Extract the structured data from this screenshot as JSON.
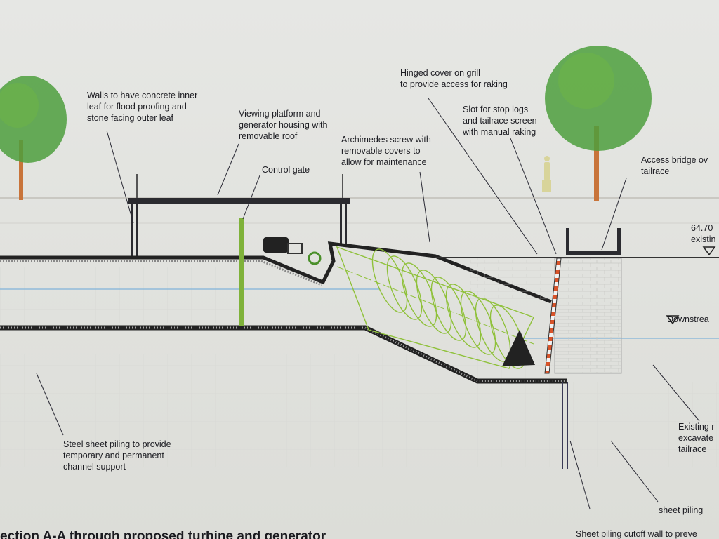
{
  "drawing": {
    "title": "ection A-A through proposed turbine and generator",
    "labels": {
      "walls": [
        "Walls to have concrete inner",
        "leaf for flood proofing and",
        "stone facing outer leaf"
      ],
      "platform": [
        "Viewing platform and",
        "generator housing with",
        "removable roof"
      ],
      "control_gate": [
        "Control gate"
      ],
      "screw": [
        "Archimedes screw with",
        "removable covers to",
        "allow for maintenance"
      ],
      "hinged_cover": [
        "Hinged cover on grill",
        "to provide access for raking"
      ],
      "slot": [
        "Slot for stop logs",
        "and tailrace screen",
        "with manual raking"
      ],
      "access_bridge": [
        "Access bridge ov",
        "tailrace"
      ],
      "level": [
        "64.70",
        "existin"
      ],
      "downstream": [
        "Downstrea"
      ],
      "steel_piling": [
        "Steel sheet piling to provide",
        "temporary and permanent",
        "channel support"
      ],
      "existing": [
        "Existing r",
        "excavate",
        "tailrace"
      ],
      "sheet_piling": [
        "sheet piling"
      ],
      "cutoff": [
        "Sheet piling cutoff wall to preve"
      ]
    },
    "colors": {
      "background": "#e2e3df",
      "structure": "#2b2b30",
      "screw": "#8fc13a",
      "water": "#7fb3d9",
      "tree": "#3f9a3a"
    }
  }
}
